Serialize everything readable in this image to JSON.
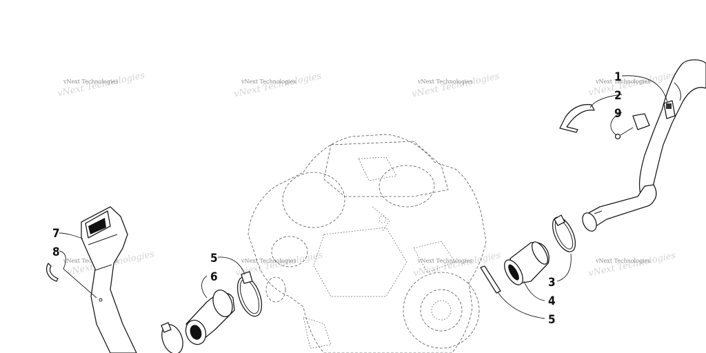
{
  "watermark": {
    "text": "vNext Technologies"
  },
  "callouts": [
    {
      "id": "c1",
      "label": "1"
    },
    {
      "id": "c2",
      "label": "2"
    },
    {
      "id": "c9",
      "label": "9"
    },
    {
      "id": "c7",
      "label": "7"
    },
    {
      "id": "c8",
      "label": "8"
    },
    {
      "id": "c5a",
      "label": "5"
    },
    {
      "id": "c6",
      "label": "6"
    },
    {
      "id": "c3",
      "label": "3"
    },
    {
      "id": "c4",
      "label": "4"
    },
    {
      "id": "c5b",
      "label": "5"
    }
  ]
}
